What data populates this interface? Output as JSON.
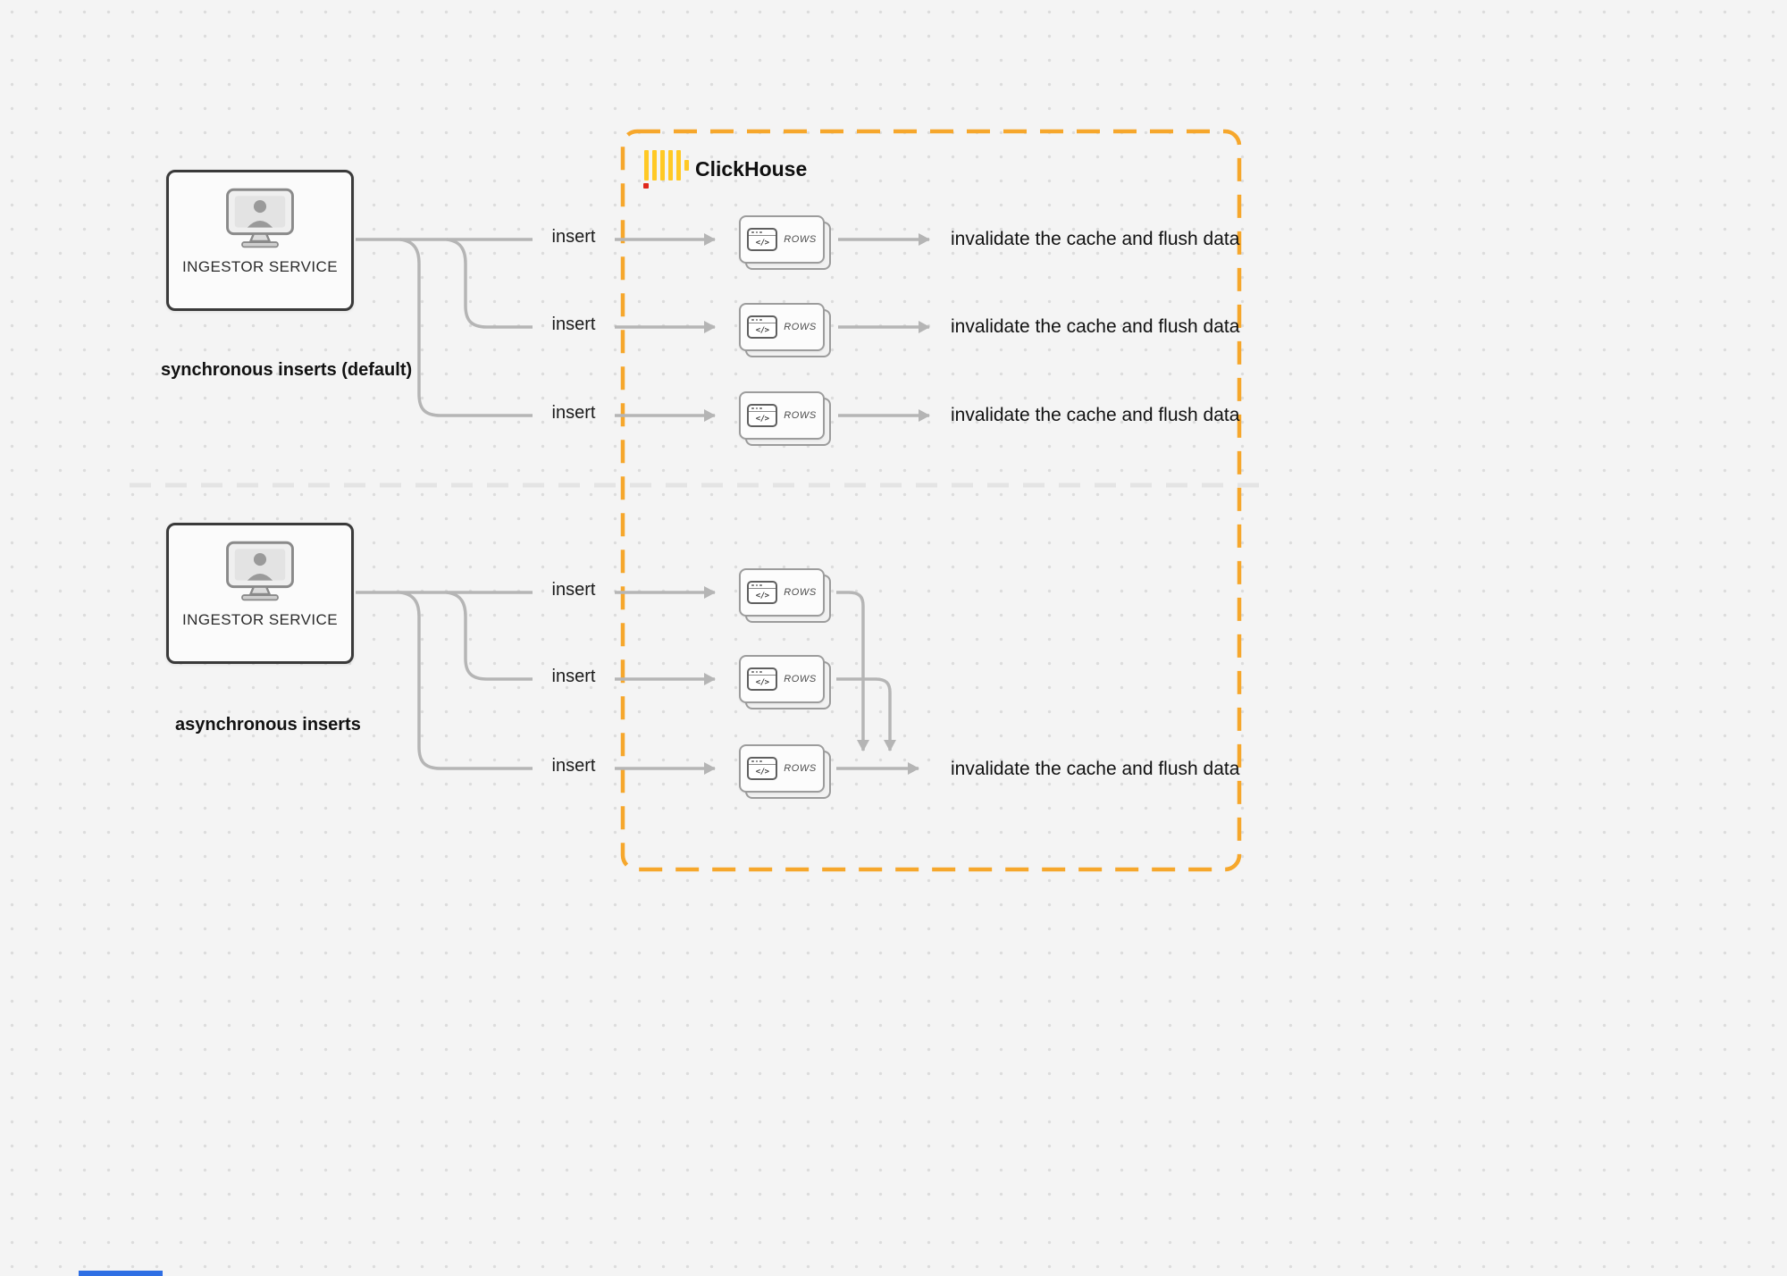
{
  "clickhouse_box": {
    "label": "ClickHouse"
  },
  "card": {
    "icon_glyph": "</>",
    "label": "ROWS"
  },
  "sync_section": {
    "service_label": "INGESTOR SERVICE",
    "caption": "synchronous inserts (default)",
    "rows": [
      {
        "insert": "insert",
        "result": "invalidate the cache and flush data"
      },
      {
        "insert": "insert",
        "result": "invalidate the cache and flush data"
      },
      {
        "insert": "insert",
        "result": "invalidate the cache and flush data"
      }
    ]
  },
  "async_section": {
    "service_label": "INGESTOR SERVICE",
    "caption": "asynchronous inserts",
    "rows": [
      {
        "insert": "insert"
      },
      {
        "insert": "insert"
      },
      {
        "insert": "insert"
      }
    ],
    "result": "invalidate the cache and flush data"
  },
  "colors": {
    "accent_orange": "#F6A72C",
    "logo_yellow": "#FFC925",
    "logo_red": "#E0281C",
    "line_gray": "#b5b5b5",
    "divider_gray": "#e4e4e4"
  }
}
